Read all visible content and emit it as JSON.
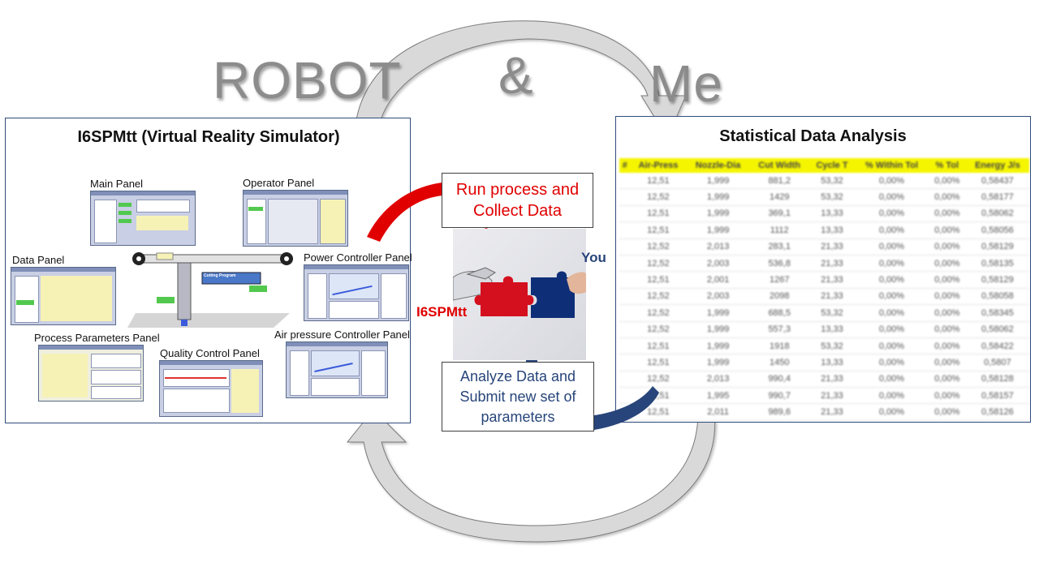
{
  "heading": {
    "word1": "ROBOT",
    "word2": "&",
    "word3": "Me"
  },
  "simulator": {
    "title": "I6SPMtt (Virtual Reality Simulator)",
    "panels": {
      "main": "Main Panel",
      "operator": "Operator Panel",
      "data": "Data Panel",
      "power": "Power Controller Panel",
      "process": "Process Parameters Panel",
      "quality": "Quality Control Panel",
      "air": "Air pressure Controller Panel"
    },
    "machine": {
      "program_label": "Cutting Program"
    }
  },
  "center": {
    "run_text_1": "Run process and",
    "run_text_2": "Collect Data",
    "analyze_text_1": "Analyze Data and",
    "analyze_text_2": "Submit new set of",
    "analyze_text_3": "parameters",
    "robot_label": "I6SPMtt",
    "you_label": "You"
  },
  "stats": {
    "title": "Statistical Data Analysis",
    "columns": [
      "#",
      "Air-Press",
      "Nozzle-Dia",
      "Cut Width",
      "Cycle T",
      "% Within Tol",
      "% Tol",
      "Energy J/s"
    ],
    "rows": [
      [
        "",
        "12,51",
        "1,999",
        "881,2",
        "53,32",
        "0,00%",
        "0,00%",
        "0,58437"
      ],
      [
        "",
        "12,52",
        "1,999",
        "1429",
        "53,32",
        "0,00%",
        "0,00%",
        "0,58177"
      ],
      [
        "",
        "12,51",
        "1,999",
        "369,1",
        "13,33",
        "0,00%",
        "0,00%",
        "0,58062"
      ],
      [
        "",
        "12,51",
        "1,999",
        "1112",
        "13,33",
        "0,00%",
        "0,00%",
        "0,58056"
      ],
      [
        "",
        "12,52",
        "2,013",
        "283,1",
        "21,33",
        "0,00%",
        "0,00%",
        "0,58129"
      ],
      [
        "",
        "12,52",
        "2,003",
        "536,8",
        "21,33",
        "0,00%",
        "0,00%",
        "0,58135"
      ],
      [
        "",
        "12,51",
        "2,001",
        "1267",
        "21,33",
        "0,00%",
        "0,00%",
        "0,58129"
      ],
      [
        "",
        "12,52",
        "2,003",
        "2098",
        "21,33",
        "0,00%",
        "0,00%",
        "0,58058"
      ],
      [
        "",
        "12,52",
        "1,999",
        "688,5",
        "53,32",
        "0,00%",
        "0,00%",
        "0,58345"
      ],
      [
        "",
        "12,52",
        "1,999",
        "557,3",
        "13,33",
        "0,00%",
        "0,00%",
        "0,58062"
      ],
      [
        "",
        "12,51",
        "1,999",
        "1918",
        "53,32",
        "0,00%",
        "0,00%",
        "0,58422"
      ],
      [
        "",
        "12,51",
        "1,999",
        "1450",
        "13,33",
        "0,00%",
        "0,00%",
        "0,5807"
      ],
      [
        "",
        "12,52",
        "2,013",
        "990,4",
        "21,33",
        "0,00%",
        "0,00%",
        "0,58128"
      ],
      [
        "",
        "12,51",
        "1,995",
        "990,7",
        "21,33",
        "0,00%",
        "0,00%",
        "0,58157"
      ],
      [
        "",
        "12,51",
        "2,011",
        "989,6",
        "21,33",
        "0,00%",
        "0,00%",
        "0,58126"
      ]
    ]
  },
  "colors": {
    "red_arrow": "#e00000",
    "blue_arrow": "#27457a",
    "gray_arrow": "#cfcfcf",
    "header_yellow": "#f5f500",
    "box_border": "#2f4b7c"
  }
}
